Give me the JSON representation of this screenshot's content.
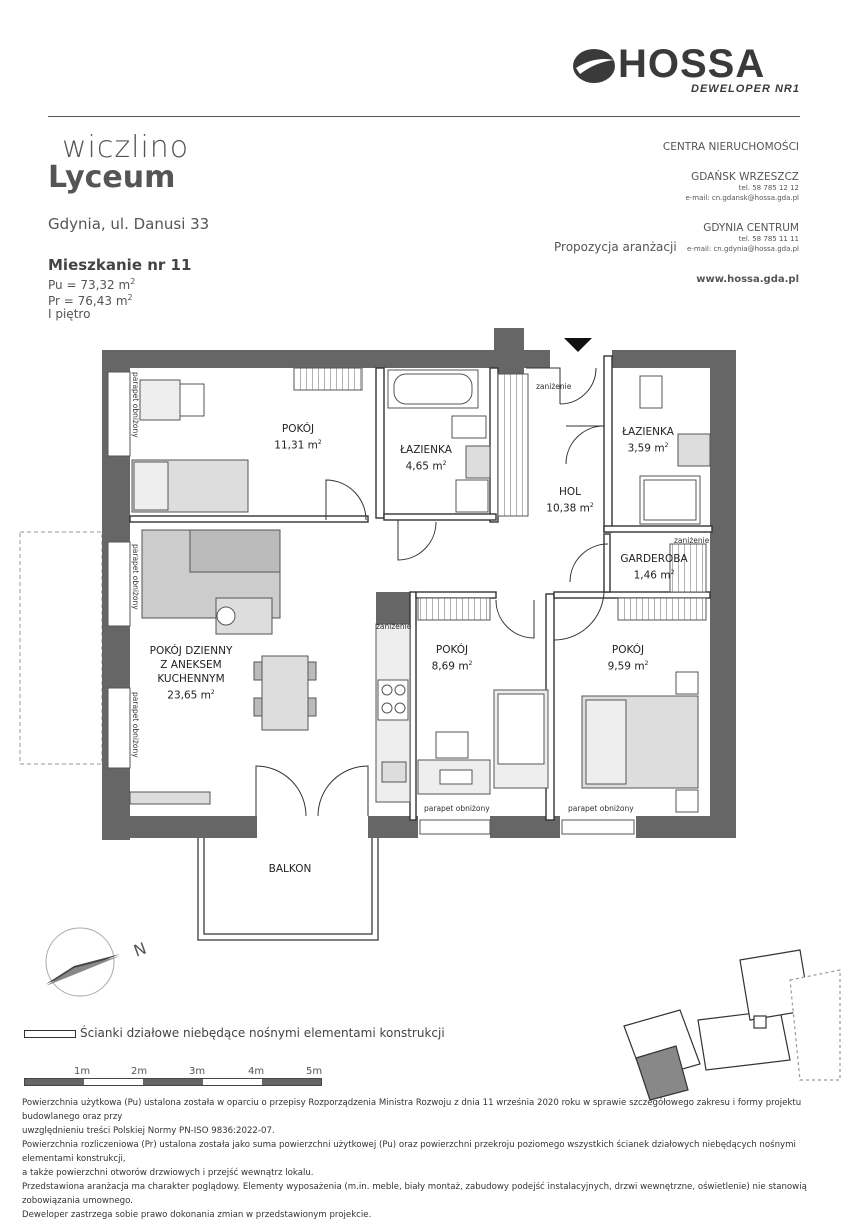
{
  "brand": {
    "name": "HOSSA",
    "tagline": "DEWELOPER NR1"
  },
  "project": {
    "line1": "wiczlino",
    "line2": "Lyceum",
    "address": "Gdynia, ul. Danusi 33"
  },
  "apartment": {
    "title": "Mieszkanie nr 11",
    "pu_label": "Pu =",
    "pu_value": "73,32 m",
    "pr_label": "Pr =",
    "pr_value": "76,43 m",
    "sup": "2",
    "floor": "I piętro"
  },
  "offices": {
    "header": "CENTRA NIERUCHOMOŚCI",
    "gdansk": {
      "name": "GDAŃSK WRZESZCZ",
      "tel": "tel. 58 785 12 12",
      "email": "e-mail: cn.gdansk@hossa.gda.pl"
    },
    "gdynia": {
      "name": "GDYNIA CENTRUM",
      "tel": "tel. 58 785 11 11",
      "email": "e-mail: cn.gdynia@hossa.gda.pl"
    },
    "website": "www.hossa.gda.pl"
  },
  "proposal_label": "Propozycja aranżacji",
  "rooms": {
    "pokoj1": {
      "name": "POKÓJ",
      "area": "11,31 m"
    },
    "lazienka1": {
      "name": "ŁAZIENKA",
      "area": "4,65 m"
    },
    "hol": {
      "name": "HOL",
      "area": "10,38 m"
    },
    "lazienka2": {
      "name": "ŁAZIENKA",
      "area": "3,59 m"
    },
    "garderoba": {
      "name": "GARDEROBA",
      "area": "1,46 m"
    },
    "dzienny": {
      "name1": "POKÓJ DZIENNY",
      "name2": "Z ANEKSEM",
      "name3": "KUCHENNYM",
      "area": "23,65 m"
    },
    "pokoj2": {
      "name": "POKÓJ",
      "area": "8,69 m"
    },
    "pokoj3": {
      "name": "POKÓJ",
      "area": "9,59 m"
    },
    "balkon": {
      "name": "BALKON"
    },
    "sup": "2"
  },
  "labels": {
    "parapet": "parapet obniżony",
    "zaniezenie": "zaniżenie"
  },
  "compass_label": "N",
  "legend_text": "Ścianki działowe niebędące nośnymi elementami konstrukcji",
  "scale": {
    "labels": [
      "1m",
      "2m",
      "3m",
      "4m",
      "5m"
    ]
  },
  "notes": [
    "Powierzchnia użytkowa (Pu) ustalona została w oparciu o przepisy Rozporządzenia Ministra Rozwoju z dnia 11 września 2020 roku w sprawie szczegółowego zakresu i formy projektu budowlanego oraz przy",
    "uwzględnieniu treści Polskiej Normy PN-ISO 9836:2022-07.",
    "Powierzchnia rozliczeniowa (Pr) ustalona została jako suma powierzchni użytkowej (Pu) oraz powierzchni przekroju poziomego wszystkich ścianek działowych niebędących nośnymi elementami konstrukcji,",
    "a także powierzchni otworów drzwiowych i przejść wewnątrz lokalu.",
    "Przedstawiona aranżacja ma charakter poglądowy. Elementy wyposażenia (m.in. meble, biały montaż, zabudowy podejść instalacyjnych, drzwi wewnętrzne, oświetlenie) nie stanowią zobowiązania umownego.",
    "Deweloper zastrzega sobie prawo dokonania zmian w przedstawionym projekcie."
  ]
}
